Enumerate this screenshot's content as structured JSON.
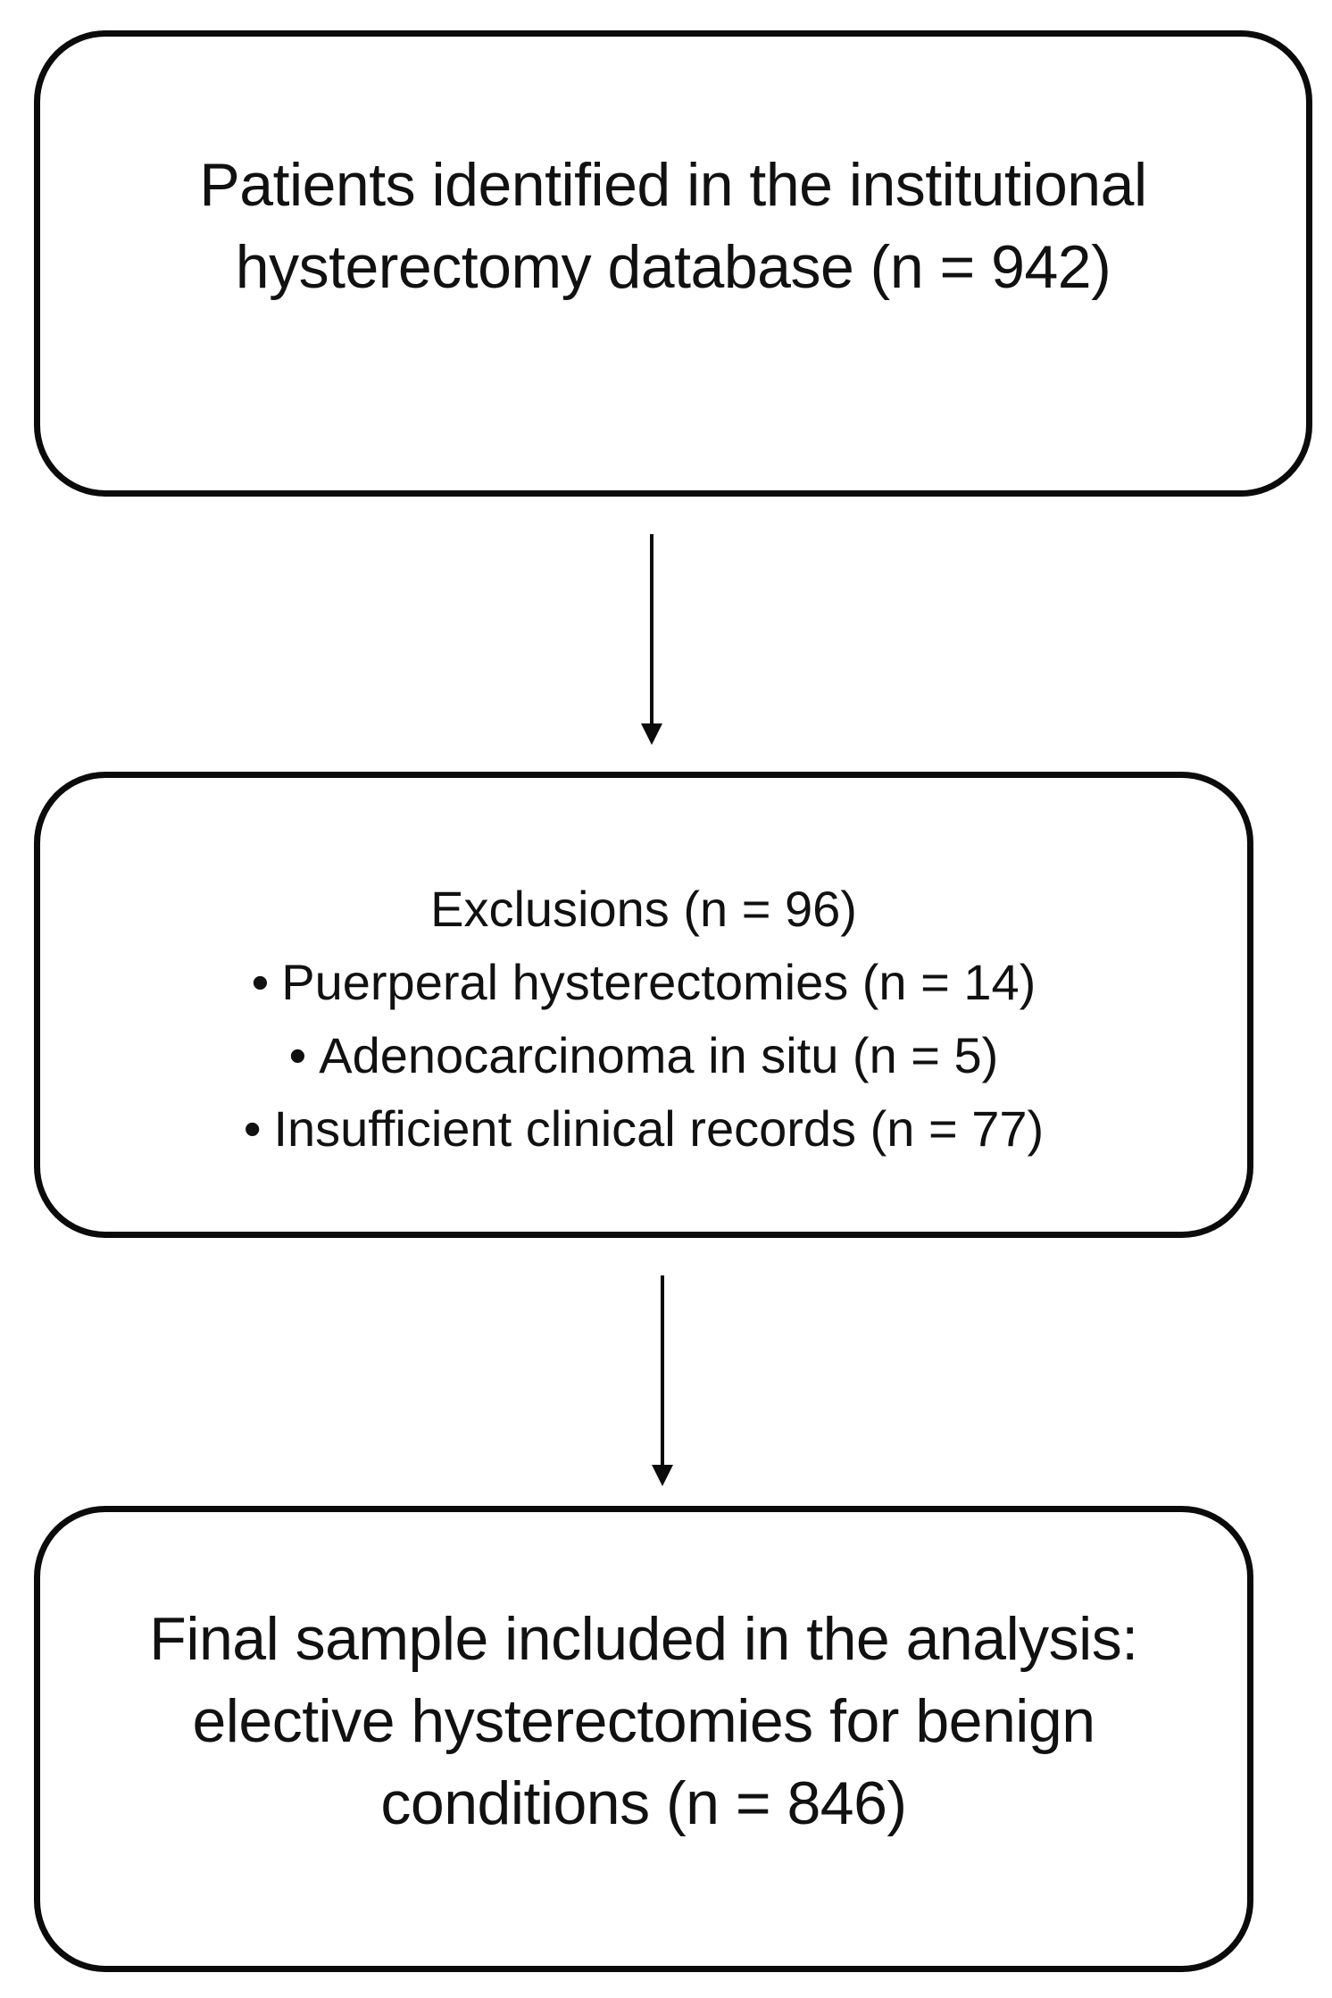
{
  "nodes": {
    "identified": {
      "lines": [
        "Patients identified in the institutional",
        "hysterectomy database (n = 942)"
      ]
    },
    "exclusions": {
      "title": "Exclusions (n = 96)",
      "bullet_symbol": "•",
      "items": [
        "Puerperal hysterectomies (n = 14)",
        "Adenocarcinoma in situ (n = 5)",
        "Insufficient clinical records (n = 77)"
      ]
    },
    "final": {
      "lines": [
        "Final sample included in the analysis:",
        "elective hysterectomies for benign",
        "conditions (n = 846)"
      ]
    }
  },
  "edges": [
    {
      "from": "identified",
      "to": "exclusions"
    },
    {
      "from": "exclusions",
      "to": "final"
    }
  ],
  "colors": {
    "stroke": "#0b0b0b",
    "background": "#ffffff",
    "text": "#111111"
  }
}
